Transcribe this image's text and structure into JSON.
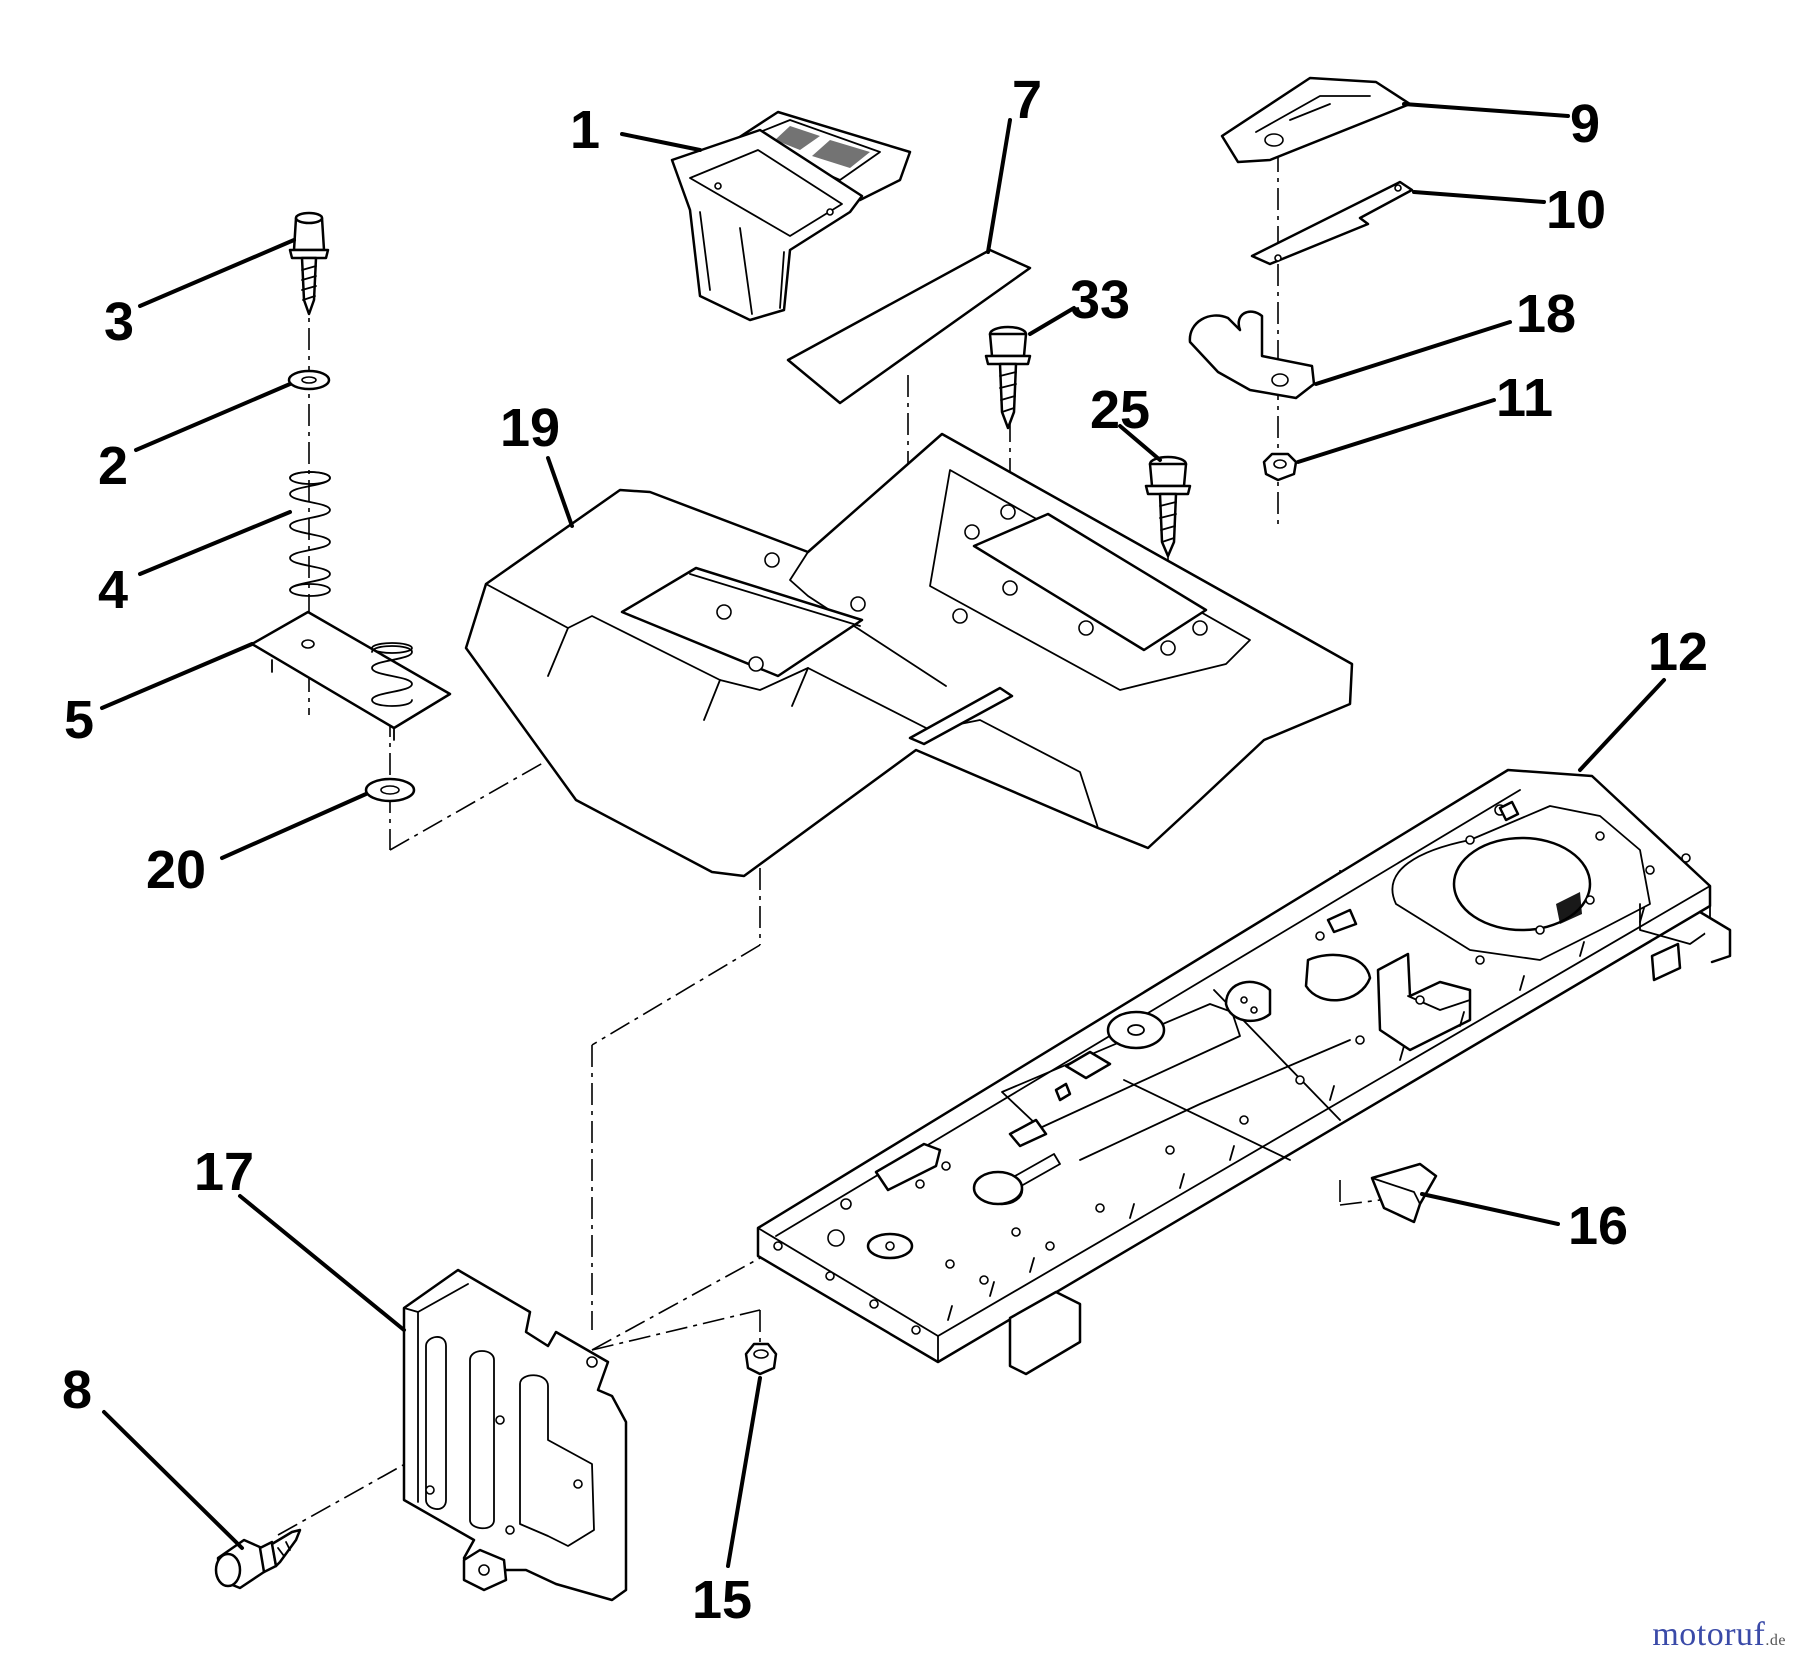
{
  "labels": {
    "p1": "1",
    "p2": "2",
    "p3": "3",
    "p4": "4",
    "p5": "5",
    "p7": "7",
    "p8": "8",
    "p9": "9",
    "p10": "10",
    "p11": "11",
    "p12": "12",
    "p15": "15",
    "p16": "16",
    "p17": "17",
    "p18": "18",
    "p19": "19",
    "p20": "20",
    "p25": "25",
    "p33": "33"
  },
  "watermark": {
    "text": "motoruf",
    "suffix": ".de",
    "color": "#3a4aa8"
  }
}
